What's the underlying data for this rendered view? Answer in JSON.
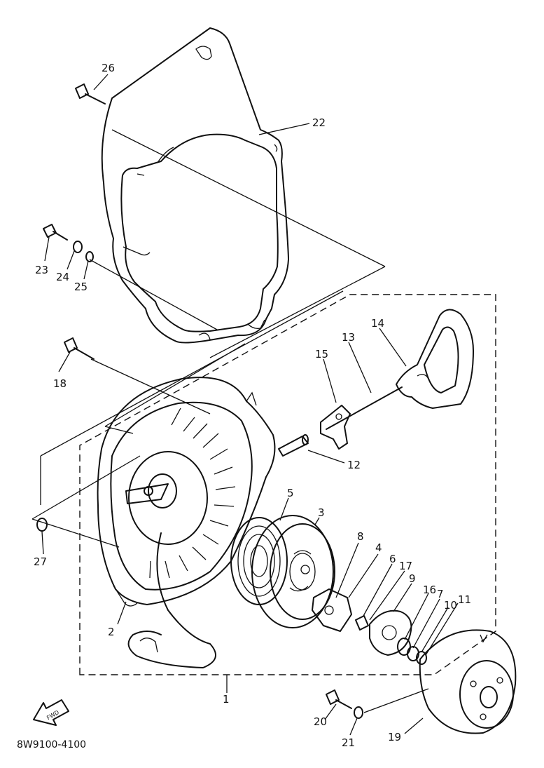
{
  "diagram_code": "8W9100-4100",
  "front_arrow_label": "FWD",
  "callouts": [
    "1",
    "2",
    "3",
    "4",
    "5",
    "6",
    "7",
    "8",
    "9",
    "10",
    "11",
    "12",
    "13",
    "14",
    "15",
    "16",
    "17",
    "18",
    "19",
    "20",
    "21",
    "22",
    "23",
    "24",
    "25",
    "26",
    "27"
  ]
}
